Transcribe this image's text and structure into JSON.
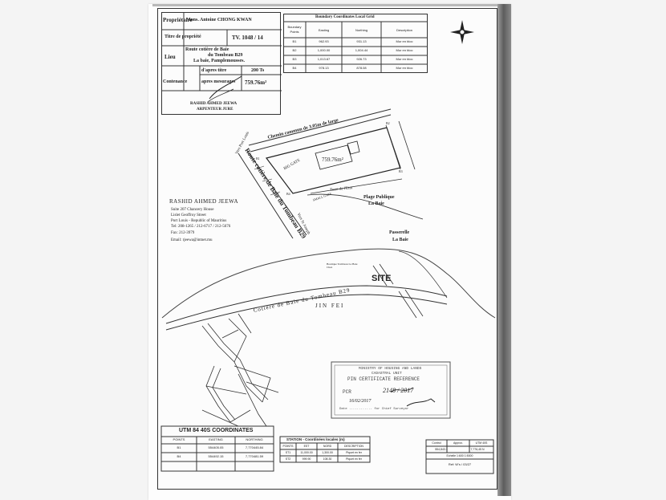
{
  "owner": {
    "label": "Propriétaire",
    "name": "Mons. Antoine CHONG KWAN"
  },
  "title_deed": {
    "label": "Titre de propriété",
    "value": "TV. 1048 / 14"
  },
  "location": {
    "label": "Lieu",
    "line1": "Route cotière de Baie",
    "line2": "du Tombeau B29",
    "line3": "La baie, Pamplemousses."
  },
  "area": {
    "label": "Contenance",
    "deed_label": "d'apres titre",
    "deed_value": "200 Ts",
    "measured_label": "apres mesurages",
    "measured_value": "759.76m²"
  },
  "surveyor_sign": {
    "name": "RASHID AHMED JEEWA",
    "title": "ARPENTEUR JURE"
  },
  "coord_table": {
    "title": "Boundary Coordinates Local Grid",
    "headers": [
      "Boundary Points",
      "Easting",
      "Northing",
      "Description"
    ],
    "rows": [
      [
        "B1",
        "962.93",
        "931.13",
        "Mur en bloc"
      ],
      [
        "B2",
        "1,000.00",
        "1,004.44",
        "Mur en bloc"
      ],
      [
        "B3",
        "1,013.67",
        "926.73",
        "Mur en bloc"
      ],
      [
        "B4",
        "978.13",
        "878.08",
        "Mur en bloc"
      ]
    ]
  },
  "plan": {
    "road_top": "Chemin commun de 3.05m de large",
    "road_main_1": "Route cotière de Baie du Tombeau B29",
    "vers_port_louis": "Vers Port Louis",
    "vers_st_joseph": "Vers St Joseph",
    "area_label": "759.76m²",
    "big_gate": "BIG GATE",
    "small_gate": "SMALL GATE",
    "terre": "Terre de l'Etat",
    "plage": "Plage Publique",
    "plage2": "La Baie",
    "passerelle": "Passerelle",
    "passerelle2": "La Baie",
    "b1": "B1",
    "b2": "B2",
    "b3": "B3",
    "b4": "B4"
  },
  "surveyor_address": {
    "name": "RASHID AHMED JEEWA",
    "line1": "Suite 207 Chancery House",
    "line2": "Lislet Geoffroy Street",
    "line3": "Port Louis - Republic of Mauritius",
    "tel": "Tel: 208-1265 / 212-6717 / 212-5676",
    "fax": "Fax: 212-3979",
    "email": "Email: rjeewa@intnet.mu"
  },
  "location_map": {
    "site": "SITE",
    "road": "Cotière de Baie du Tombeau B29",
    "jin_fei": "JIN FEI",
    "boutique": "Boutique Tombeau La Baie Chez"
  },
  "stamp": {
    "line1": "MINISTRY OF HOUSING AND LANDS",
    "line2": "CADASTRAL UNIT",
    "line3": "PIN CERTIFICATE REFERENCE",
    "pcr_label": "PCR",
    "pcr_value": "2148 / 2017",
    "date": "16/02/2017",
    "footer": "Date ............ for Chief Surveyor"
  },
  "utm_table": {
    "title": "UTM 84 40S COORDINATES",
    "headers": [
      "POINTS",
      "EASTING",
      "NORTHING"
    ],
    "rows": [
      [
        "B1",
        "554405.05",
        "7,770445.84"
      ],
      [
        "B4",
        "554492.15",
        "7,770481.59"
      ]
    ]
  },
  "station_table": {
    "title": "STATION - Coordinées locales (m)",
    "headers": [
      "POINTS",
      "EST",
      "NORD",
      "DESCRIPTION"
    ],
    "rows": [
      [
        "ST1",
        "11,000.00",
        "1,300.00",
        "Piquet en fer"
      ],
      [
        "ST2",
        "999.90",
        "108.30",
        "Piquet en fer"
      ]
    ]
  },
  "control_table": {
    "header1": "Control",
    "header2": "Approx.",
    "header3": "UTM 40S",
    "row1_a": "554,843.1",
    "row1_b": "7,776,45 N",
    "scale": "Echelle 1:600  1:5000",
    "ref": "Ref: W's / 03/27"
  }
}
